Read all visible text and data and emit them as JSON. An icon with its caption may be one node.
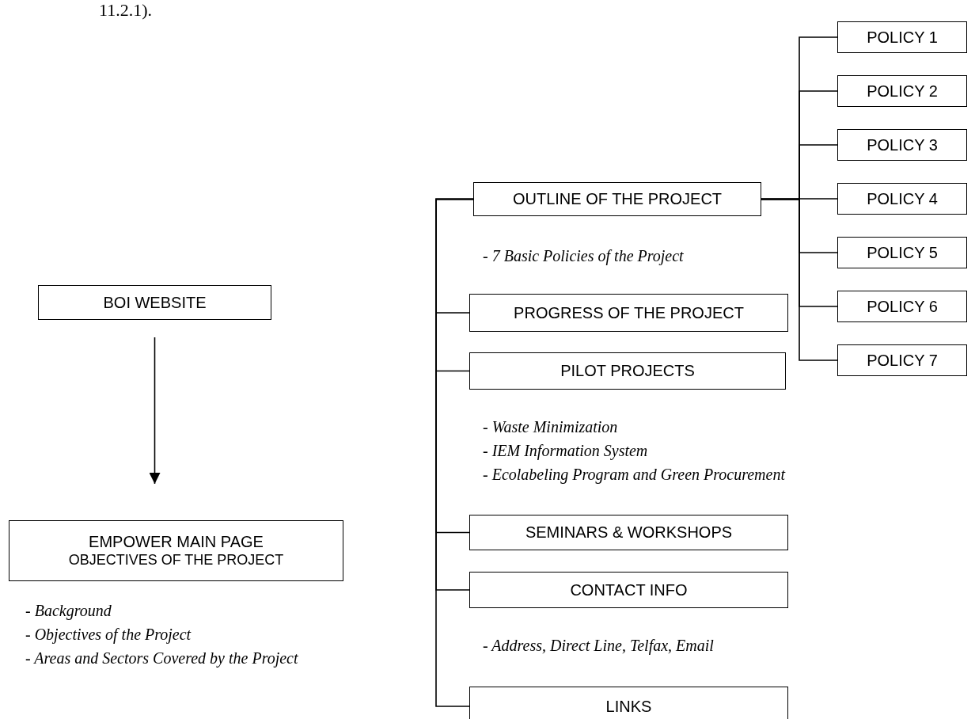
{
  "diagram": {
    "nodes": [
      {
        "text": [
          "BOI WEBSITE"
        ]
      },
      {
        "text": [
          "EMPOWER MAIN PAGE",
          "OBJECTIVES OF THE PROJECT"
        ],
        "beside": [
          "- Background",
          "- Objectives of the Project",
          "- Areas and Sectors Covered by the Project"
        ]
      },
      {
        "text": [
          "OUTLINE OF THE PROJECT"
        ],
        "beside": [
          "- 7 Basic Policies of the Project"
        ]
      },
      {
        "text": [
          "PROGRESS OF THE PROJECT"
        ]
      },
      {
        "text": [
          "PILOT PROJECTS"
        ],
        "beside": [
          "- Waste Minimization",
          "- IEM Information System",
          "- Ecolabeling Program and Green Procurement"
        ]
      },
      {
        "text": [
          "SEMINARS & WORKSHOPS"
        ]
      },
      {
        "text": [
          "CONTACT INFO"
        ],
        "beside": [
          "- Address, Direct Line, Telfax, Email"
        ]
      },
      {
        "text": [
          "LINKS"
        ]
      },
      {
        "text": [
          "POLICY 1"
        ]
      },
      {
        "text": [
          "POLICY 2"
        ]
      },
      {
        "text": [
          "POLICY 3"
        ]
      },
      {
        "text": [
          "POLICY 4"
        ]
      },
      {
        "text": [
          "POLICY 5"
        ]
      },
      {
        "text": [
          "POLICY 6"
        ]
      },
      {
        "text": [
          "POLICY 7"
        ]
      }
    ],
    "edges": [
      {
        "from": 0,
        "to": 1,
        "arrow": "to"
      },
      {
        "from": 2,
        "to": 3,
        "arrow": "none"
      },
      {
        "from": 2,
        "to": 4,
        "arrow": "none"
      },
      {
        "from": 2,
        "to": 5,
        "arrow": "none"
      },
      {
        "from": 2,
        "to": 6,
        "arrow": "none"
      },
      {
        "from": 2,
        "to": 7,
        "arrow": "none"
      },
      {
        "from": 2,
        "to": 8,
        "arrow": "none"
      },
      {
        "from": 2,
        "to": 9,
        "arrow": "none"
      },
      {
        "from": 2,
        "to": 10,
        "arrow": "none"
      },
      {
        "from": 2,
        "to": 11,
        "arrow": "none"
      },
      {
        "from": 2,
        "to": 12,
        "arrow": "none"
      },
      {
        "from": 2,
        "to": 13,
        "arrow": "none"
      },
      {
        "from": 2,
        "to": 14,
        "arrow": "none"
      }
    ],
    "labels": [
      "11.2.1)."
    ]
  }
}
